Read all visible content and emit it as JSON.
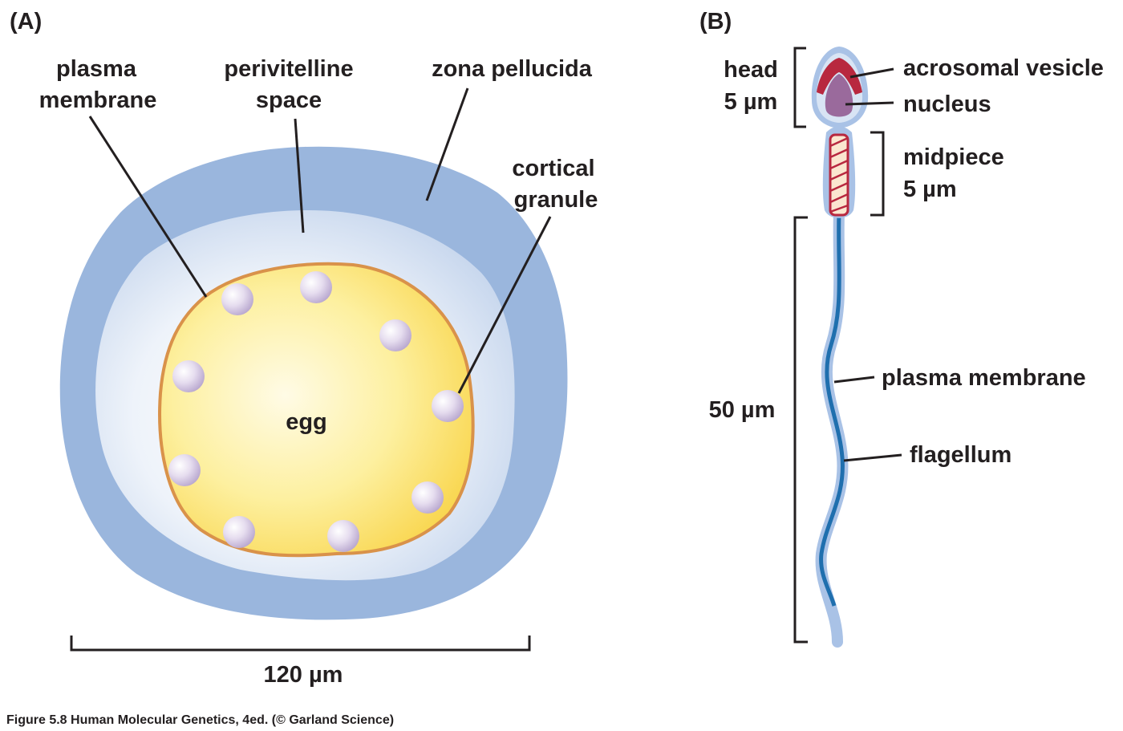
{
  "panel_a": {
    "letter": "(A)",
    "labels": {
      "plasma_membrane_1": "plasma",
      "plasma_membrane_2": "membrane",
      "perivitelline_1": "perivitelline",
      "perivitelline_2": "space",
      "zona": "zona pellucida",
      "cortical_1": "cortical",
      "cortical_2": "granule",
      "egg": "egg",
      "scale": "120 µm"
    }
  },
  "panel_b": {
    "letter": "(B)",
    "labels": {
      "head": "head",
      "head_size": "5 µm",
      "acrosomal": "acrosomal vesicle",
      "nucleus": "nucleus",
      "midpiece": "midpiece",
      "midpiece_size": "5 µm",
      "tail_size": "50 µm",
      "plasma_membrane": "plasma membrane",
      "flagellum": "flagellum"
    }
  },
  "caption": "Figure 5.8  Human Molecular Genetics, 4ed. (© Garland Science)",
  "colors": {
    "zona": "#9ab6dd",
    "egg": "#fbdc5e",
    "egg_border": "#d9924a",
    "granule": "#d9cce6",
    "flagellum": "#1f6fae",
    "acrosome": "#b8283f",
    "nucleus": "#9a6a9c"
  }
}
